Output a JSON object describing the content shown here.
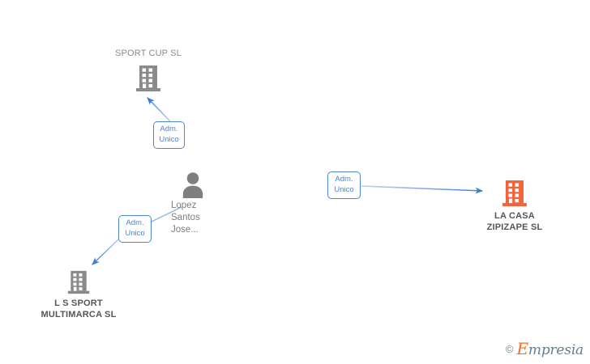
{
  "diagram": {
    "title": "Empresia corporate relationship diagram",
    "colors": {
      "edge": "#4b87d4",
      "chip_border": "#4b87d4",
      "chip_text": "#4b87d4",
      "company_gray": "#8a8a8a",
      "company_highlight": "#f2643c",
      "person_gray": "#7d7d7d",
      "background": "#ffffff"
    },
    "nodes": [
      {
        "id": "sport-cup",
        "kind": "company",
        "label": "SPORT CUP SL",
        "icon": "building-icon",
        "icon_color": "#8a8a8a",
        "label_position": "above",
        "highlighted": false
      },
      {
        "id": "person",
        "kind": "person",
        "label": "Lopez\nSantos\nJose...",
        "icon": "person-icon",
        "icon_color": "#8a8a8a",
        "label_position": "below",
        "highlighted": false
      },
      {
        "id": "la-casa",
        "kind": "company",
        "label": "LA CASA\nZIPIZAPE SL",
        "icon": "building-icon",
        "icon_color": "#f2643c",
        "label_position": "below",
        "highlighted": true
      },
      {
        "id": "ls-sport",
        "kind": "company",
        "label": "L S SPORT\nMULTIMARCA SL",
        "icon": "building-icon",
        "icon_color": "#8a8a8a",
        "label_position": "below",
        "highlighted": false
      }
    ],
    "edges": [
      {
        "id": "edge-top",
        "from": "person",
        "to": "sport-cup",
        "relation": "Adm.\nUnico",
        "direction": "up-left",
        "arrow": true
      },
      {
        "id": "edge-right",
        "from": "person",
        "to": "la-casa",
        "relation": "Adm.\nUnico",
        "direction": "right",
        "arrow": true
      },
      {
        "id": "edge-left",
        "from": "person",
        "to": "ls-sport",
        "relation": "Adm.\nUnico",
        "direction": "down-left",
        "arrow": true
      }
    ]
  },
  "watermark": {
    "copyright": "©",
    "initial": "E",
    "rest": "mpresia"
  }
}
